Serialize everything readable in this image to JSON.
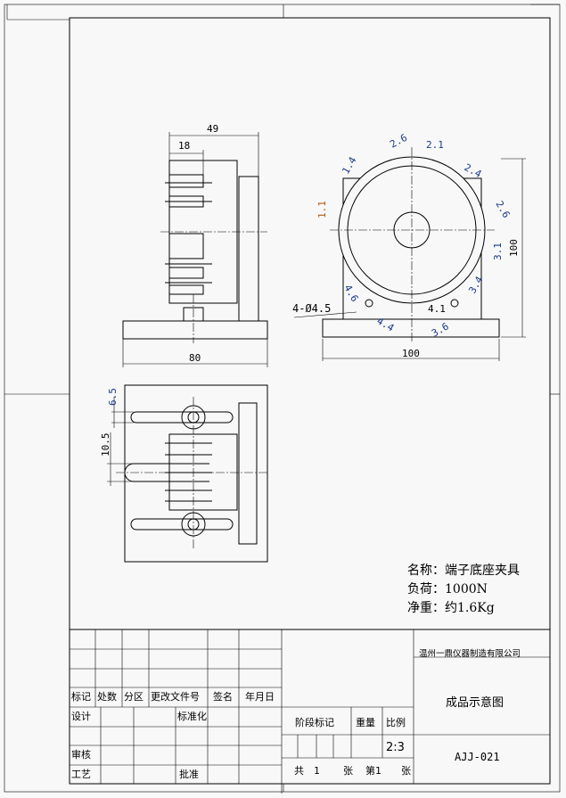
{
  "drawing": {
    "side_view": {
      "dim_total_depth": "49",
      "dim_partial": "18",
      "dim_base_width": "80"
    },
    "front_view": {
      "dims": [
        "2.6",
        "2.1",
        "1.4",
        "2.4",
        "1.1",
        "2.6",
        "3.1",
        "4.6",
        "3.4",
        "4.4",
        "3.6",
        "4.1"
      ],
      "hole_note": "4-Ø4.5",
      "dim_height": "100",
      "dim_width": "100"
    },
    "top_view": {
      "dim_a": "6.5",
      "dim_b": "10.5"
    }
  },
  "info": {
    "name_label": "名称：",
    "name_value": "端子底座夹具",
    "load_label": "负荷：",
    "load_value": "1000N",
    "weight_label": "净重：",
    "weight_value": "约1.6Kg"
  },
  "title_block": {
    "company": "温州一鼎仪器制造有限公司",
    "drawing_title": "成品示意图",
    "drawing_number": "AJJ-021",
    "headers": [
      "标记",
      "处数",
      "分区",
      "更改文件号",
      "签名",
      "年月日"
    ],
    "design": "设计",
    "standardize": "标准化",
    "review": "审核",
    "process": "工艺",
    "approve": "批准",
    "stage_mark": "阶段标记",
    "weight": "重量",
    "scale_label": "比例",
    "scale_value": "2:3",
    "sheets_total_label": "共",
    "sheets_total": "1",
    "sheets_unit": "张",
    "sheet_no_label": "第1",
    "sheet_no_unit": "张"
  }
}
